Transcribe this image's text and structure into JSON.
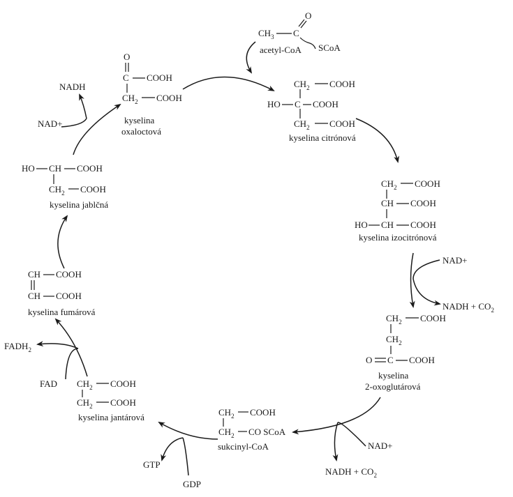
{
  "molecules": {
    "acetyl_coa": {
      "ch3": "CH",
      "ch3_sub": "3",
      "c": "C",
      "o": "O",
      "scoa": "SCoA",
      "label": "acetyl-CoA"
    },
    "citric": {
      "ch2a": "CH",
      "ch2a_sub": "2",
      "cooh1": "COOH",
      "ho": "HO",
      "c": "C",
      "cooh2": "COOH",
      "ch2b": "CH",
      "ch2b_sub": "2",
      "cooh3": "COOH",
      "label": "kyselina citrónová"
    },
    "isocitric": {
      "ch2": "CH",
      "ch2_sub": "2",
      "cooh1": "COOH",
      "ch": "CH",
      "cooh2": "COOH",
      "ho": "HO",
      "ch_b": "CH",
      "cooh3": "COOH",
      "label": "kyselina izocitrónová"
    },
    "oxoglutaric": {
      "ch2a": "CH",
      "ch2a_sub": "2",
      "cooh1": "COOH",
      "ch2b": "CH",
      "ch2b_sub": "2",
      "o": "O",
      "c": "C",
      "cooh2": "COOH",
      "label1": "kyselina",
      "label2": "2-oxoglutárová"
    },
    "succinyl_coa": {
      "ch2a": "CH",
      "ch2a_sub": "2",
      "cooh": "COOH",
      "ch2b": "CH",
      "ch2b_sub": "2",
      "coscoa": "CO SCoA",
      "label": "sukcinyl-CoA"
    },
    "succinic": {
      "ch2a": "CH",
      "ch2a_sub": "2",
      "cooh1": "COOH",
      "ch2b": "CH",
      "ch2b_sub": "2",
      "cooh2": "COOH",
      "label": "kyselina jantárová"
    },
    "fumaric": {
      "ch_a": "CH",
      "cooh1": "COOH",
      "ch_b": "CH",
      "cooh2": "COOH",
      "label": "kyselina fumárová"
    },
    "malic": {
      "ho": "HO",
      "ch": "CH",
      "cooh1": "COOH",
      "ch2": "CH",
      "ch2_sub": "2",
      "cooh2": "COOH",
      "label": "kyselina jablčná"
    },
    "oxaloacetic": {
      "o": "O",
      "c": "C",
      "cooh1": "COOH",
      "ch2": "CH",
      "ch2_sub": "2",
      "cooh2": "COOH",
      "label1": "kyselina",
      "label2": "oxaloctová"
    }
  },
  "cofactors": {
    "nad_plus_1": "NAD+",
    "nadh_co2_1": "NADH + CO",
    "nadh_co2_1_sub": "2",
    "nad_plus_2": "NAD+",
    "nadh_co2_2": "NADH + CO",
    "nadh_co2_2_sub": "2",
    "gtp": "GTP",
    "gdp": "GDP",
    "fad": "FAD",
    "fadh2": "FADH",
    "fadh2_sub": "2",
    "nad_plus_3": "NAD+",
    "nadh": "NADH"
  }
}
